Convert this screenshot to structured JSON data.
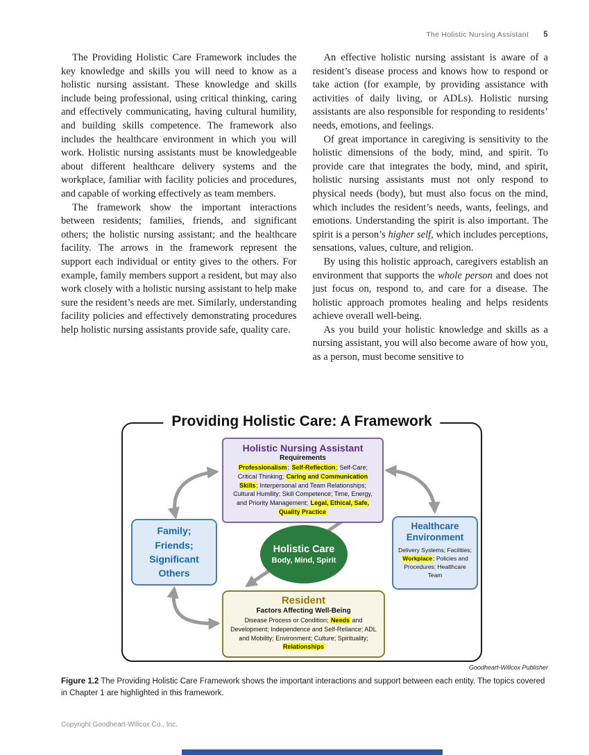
{
  "header": {
    "running_title": "The Holistic Nursing Assistant",
    "page_number": "5"
  },
  "body": {
    "left": {
      "p1": "The Providing Holistic Care Framework includes the key knowledge and skills you will need to know as a holistic nursing assistant. These knowledge and skills include being professional, using critical thinking, caring and effectively communicating, having cultural humility, and building skills competence. The framework also includes the healthcare environment in which you will work. Holistic nursing assistants must be knowledgeable about different healthcare delivery systems and the workplace, familiar with facility policies and procedures, and capable of working effectively as team members.",
      "p2": "The framework show the important interactions between residents; families, friends, and significant others; the holistic nursing assistant; and the healthcare facility. The arrows in the framework represent the support each individual or entity gives to the others. For example, family members support a resident, but may also work closely with a holistic nursing assistant to help make sure the resident’s needs are met. Similarly, understanding facility policies and effectively demonstrating procedures help holistic nursing assistants provide safe, quality care."
    },
    "right": {
      "p1": "An effective holistic nursing assistant is aware of a resident’s disease process and knows how to respond or take action (for example, by providing assistance with activities of daily living, or ADLs). Holistic nursing assistants are also responsible for responding to residents’ needs, emotions, and feelings.",
      "p2_pre": "Of great importance in caregiving is sensitivity to the holistic dimensions of the body, mind, and spirit. To provide care that integrates the body, mind, and spirit, holistic nursing assistants must not only respond to physical needs (body), but must also focus on the mind, which includes the resident’s needs, wants, feelings, and emotions. Understanding the spirit is also important. The spirit is a person’s ",
      "p2_italic": "higher self",
      "p2_post": ", which includes perceptions, sensations, values, culture, and religion.",
      "p3_pre": "By using this holistic approach, caregivers establish an environment that supports the ",
      "p3_italic": "whole person",
      "p3_post": " and does not just focus on, respond to, and care for a disease. The holistic approach promotes healing and helps residents achieve overall well-being.",
      "p4": "As you build your holistic knowledge and skills as a nursing assistant, you will also become aware of how you, as a person, must become sensitive to"
    }
  },
  "figure": {
    "title": "Providing Holistic Care: A Framework",
    "credit": "Goodheart-Willcox Publisher",
    "caption": {
      "label": "Figure 1.2",
      "text": "The Providing Holistic Care Framework shows the important interactions and support between each entity. The topics covered in Chapter 1 are highlighted in this framework."
    },
    "hna": {
      "title": "Holistic Nursing Assistant",
      "subtitle": "Requirements",
      "runs": [
        {
          "text": "Professionalism",
          "highlight": true
        },
        {
          "text": "; ",
          "highlight": false
        },
        {
          "text": "Self-Reflection",
          "highlight": true
        },
        {
          "text": "; Self-Care; Critical Thinking; ",
          "highlight": false
        },
        {
          "text": "Caring and Communication Skills",
          "highlight": true
        },
        {
          "text": "; Interpersonal and Team Relationships; Cultural Humility; Skill Competence; Time, Energy, and Priority Management; ",
          "highlight": false
        },
        {
          "text": "Legal, Ethical, Safe, Quality Practice",
          "highlight": true
        }
      ]
    },
    "family": {
      "lines": [
        "Family;",
        "Friends;",
        "Significant",
        "Others"
      ]
    },
    "ellipse": {
      "title": "Holistic Care",
      "subtitle": "Body, Mind, Spirit"
    },
    "healthcare": {
      "title": "Healthcare Environment",
      "runs": [
        {
          "text": "Delivery Systems; Facilities; ",
          "highlight": false
        },
        {
          "text": "Workplace",
          "highlight": true
        },
        {
          "text": "; Policies and Procedures; Healthcare Team",
          "highlight": false
        }
      ]
    },
    "resident": {
      "title": "Resident",
      "subtitle": "Factors Affecting Well-Being",
      "runs": [
        {
          "text": "Disease Process or Condition; ",
          "highlight": false
        },
        {
          "text": "Needs",
          "highlight": true
        },
        {
          "text": " and Development; Independence and Self-Reliance; ADL and Mobility; Environment; Culture; Spirituality; ",
          "highlight": false
        },
        {
          "text": "Relationships",
          "highlight": true
        }
      ]
    },
    "colors": {
      "highlight_yellow": "#ffff00",
      "hna_purple": "#5b2f91",
      "entity_blue": "#1668b3",
      "care_green": "#2b7d3f",
      "resident_olive": "#8f7a00",
      "arrow_gray": "#9a9a9a",
      "page_edge_blue": "#2b57a5"
    }
  },
  "footer": {
    "copyright": "Copyright Goodheart-Willcox Co., Inc."
  }
}
